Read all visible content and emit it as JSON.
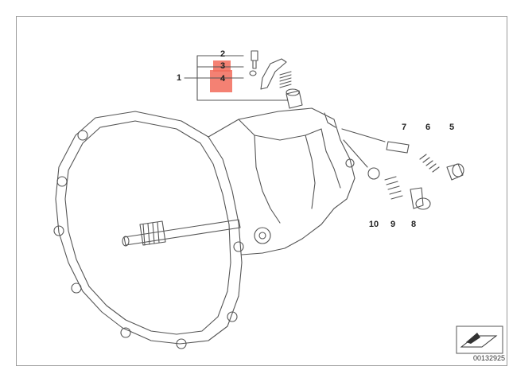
{
  "colors": {
    "line": "#555555",
    "part_fill": "#ffffff",
    "highlight": "#f26b5b",
    "frame": "#9a9a9a"
  },
  "highlighted_callouts": [
    "3",
    "4"
  ],
  "callouts": {
    "c1": "1",
    "c2": "2",
    "c3": "3",
    "c4": "4",
    "c5": "5",
    "c6": "6",
    "c7": "7",
    "c8": "8",
    "c9": "9",
    "c10": "10"
  },
  "reference_code": "00132925",
  "icon": "view-direction-arrow-icon"
}
